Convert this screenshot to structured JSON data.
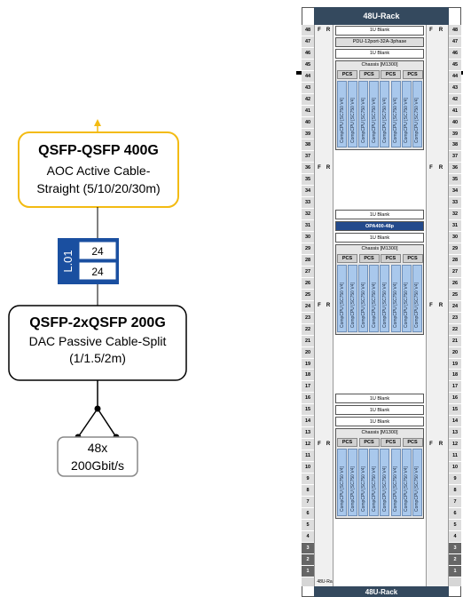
{
  "diagram": {
    "top_cable": {
      "title": "QSFP-QSFP 400G",
      "line1": "AOC Active Cable-",
      "line2": "Straight (5/10/20/30m)",
      "border_color": "#f3bb12"
    },
    "switch": {
      "label": "L.01",
      "port_top": "24",
      "port_bottom": "24",
      "color": "#1a4fa0"
    },
    "bottom_cable": {
      "title": "QSFP-2xQSFP 200G",
      "line1": "DAC Passive Cable-Split",
      "line2": "(1/1.5/2m)"
    },
    "endpoints": {
      "line1": "48x",
      "line2": "200Gbit/s"
    }
  },
  "rack": {
    "title": "48U-Rack",
    "footer": "48U-Rack",
    "footer_side": "48U-Ra",
    "front_label": "F",
    "rear_label": "R",
    "unit_numbers": [
      "48",
      "47",
      "46",
      "45",
      "44",
      "43",
      "42",
      "41",
      "40",
      "39",
      "38",
      "37",
      "36",
      "35",
      "34",
      "33",
      "32",
      "31",
      "30",
      "29",
      "28",
      "27",
      "26",
      "25",
      "24",
      "23",
      "22",
      "21",
      "20",
      "19",
      "18",
      "17",
      "16",
      "15",
      "14",
      "13",
      "12",
      "11",
      "10",
      "9",
      "8",
      "7",
      "6",
      "5",
      "4",
      "3",
      "2",
      "1"
    ],
    "pdu_label": "PDU-12port-32A-3phase",
    "blank_label": "1U Blank",
    "chassis_label": "Chassis [M1300]",
    "pcs_label": "PCS",
    "blade_label": "CompCPU [SC750 V4]",
    "opa_label": "OPA400-48p",
    "blade_color": "#a9c8ec",
    "header_color": "#34495e",
    "opa_color": "#234a8c"
  }
}
